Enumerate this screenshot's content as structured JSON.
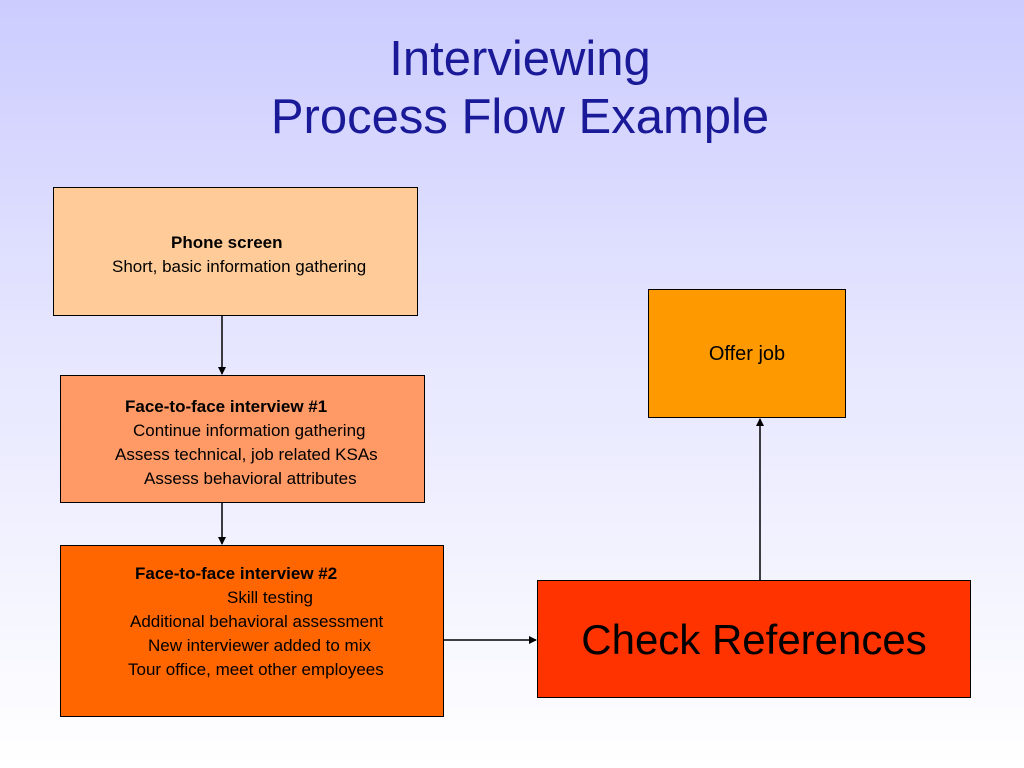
{
  "title": {
    "line1": "Interviewing",
    "line2": "Process Flow Example"
  },
  "colors": {
    "title": "#1a1a99",
    "phone_box": "#ffcc99",
    "f2f1_box": "#ff9966",
    "f2f2_box": "#ff6600",
    "offer_box": "#ff9900",
    "check_box": "#ff3300"
  },
  "boxes": {
    "phone": {
      "heading": "Phone screen",
      "lines": [
        "Short, basic information gathering"
      ]
    },
    "f2f1": {
      "heading": "Face-to-face interview #1",
      "lines": [
        "Continue information gathering",
        "Assess technical, job related KSAs",
        "Assess behavioral attributes"
      ]
    },
    "f2f2": {
      "heading": "Face-to-face interview #2",
      "lines": [
        "Skill testing",
        "Additional behavioral assessment",
        "New interviewer added to mix",
        "Tour office, meet other employees"
      ]
    },
    "offer": {
      "label": "Offer job"
    },
    "check": {
      "label": "Check References"
    }
  }
}
